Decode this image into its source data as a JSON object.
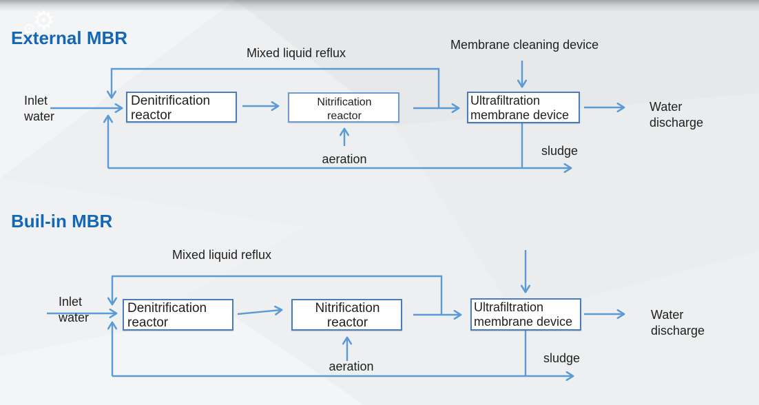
{
  "colors": {
    "accent_blue": "#5b9bd5",
    "title_blue": "#1467b5",
    "box_border": "#4a7db8",
    "text": "#1f1f1f"
  },
  "icons": {
    "gear_glyph_large": "⚙",
    "gear_glyph_small": "⚙"
  },
  "diagrams": [
    {
      "title": "External MBR",
      "boxes": {
        "denitrification": {
          "line1": "Denitrification",
          "line2": "reactor"
        },
        "nitrification": {
          "line1": "Nitrification",
          "line2": "reactor"
        },
        "ultrafiltration": {
          "line1": "Ultrafiltration",
          "line2": "membrane device"
        }
      },
      "labels": {
        "reflux": "Mixed liquid reflux",
        "cleaning": "Membrane cleaning device",
        "inlet1": "Inlet",
        "inlet2": "water",
        "aeration": "aeration",
        "sludge": "sludge",
        "discharge1": "Water",
        "discharge2": "discharge"
      }
    },
    {
      "title": "Buil-in MBR",
      "boxes": {
        "denitrification": {
          "line1": "Denitrification",
          "line2": "reactor"
        },
        "nitrification": {
          "line1": "Nitrification",
          "line2": "reactor"
        },
        "ultrafiltration": {
          "line1": "Ultrafiltration",
          "line2": "membrane device"
        }
      },
      "labels": {
        "reflux": "Mixed liquid reflux",
        "inlet1": "Inlet",
        "inlet2": "water",
        "aeration": "aeration",
        "sludge": "sludge",
        "discharge1": "Water",
        "discharge2": "discharge"
      }
    }
  ]
}
